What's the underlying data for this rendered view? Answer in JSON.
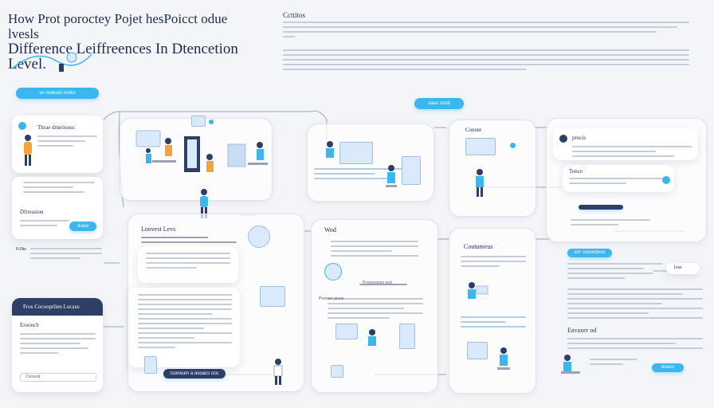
{
  "header": {
    "title_line1": "How Prot porocteу Pojet hesPoicct odue lvesls",
    "title_line2": "Difference Leiffreences In Dtencetion Level.",
    "intro_heading": "Ccttitos"
  },
  "buttons": {
    "top_left": "sn ooduuis tooko",
    "top_center": "oaso socd",
    "left_card": "oiaso",
    "bottom_center": "rsoneum a oooacs ccu",
    "right_mid": "srrr conootisoc",
    "right_bottom": "ooaso"
  },
  "cards": {
    "three_headline": "Thrae dmeiiouss",
    "difference": "Dftreasion",
    "left_code": "Fr2tts",
    "navy_header": "Fros Cocooprlien Locaus",
    "bottom_left_title": "Eroonch",
    "bottom_left_input": "Cocieod",
    "lowest": "Loovest Levs",
    "word": "Wod",
    "contrast": "Conote",
    "cottumeus": "Coutumeus",
    "prefs": "procis",
    "tone": "Tonce",
    "tone_badge": "lose",
    "evaxer": "Eavaxer od",
    "stat_a": "Prooonaooo ecd",
    "stat_b": "Pooowe pioas"
  },
  "colors": {
    "accent": "#3cb6ee",
    "navy": "#2d3f66",
    "orange": "#f3a53c",
    "line": "#c6ccd8"
  }
}
